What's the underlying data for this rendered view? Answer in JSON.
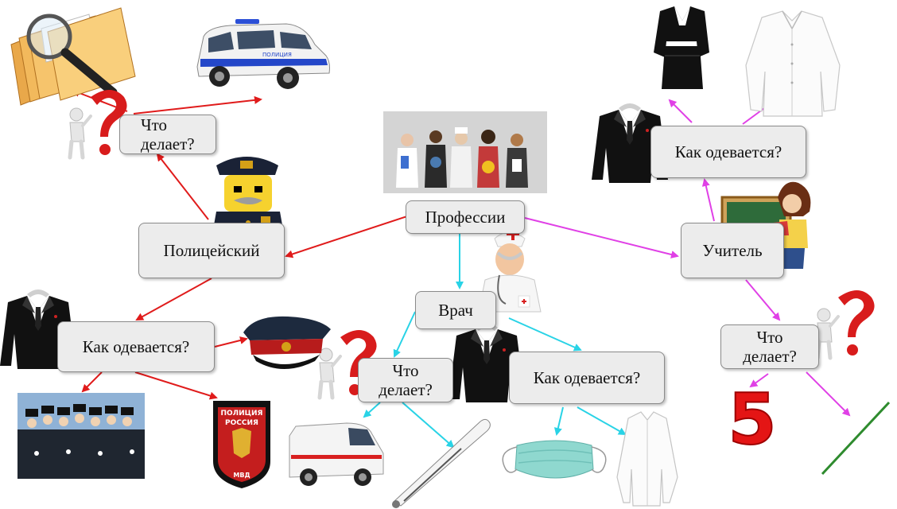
{
  "colors": {
    "police_arrow": "#e01b1b",
    "doctor_arrow": "#29d3e6",
    "teacher_arrow": "#e040e6",
    "box_fill": "#ececec",
    "box_border": "#8a8a8a"
  },
  "nodes": {
    "professions": "Профессии",
    "police": "Полицейский",
    "doctor": "Врач",
    "teacher": "Учитель",
    "police_what_does": "Что\nделает?",
    "police_how_dresses": "Как одевается?",
    "doctor_what_does": "Что\nделает?",
    "doctor_how_dresses": "Как одевается?",
    "teacher_how_dresses": "Как одевается?",
    "teacher_what_does": "Что\nделает?"
  },
  "images": {
    "folders_magnifier": "folder-magnifier-icon",
    "police_car": "police-car-icon",
    "lego_policeman": "lego-policeman-icon",
    "women_professions_photo": "women-professions-photo",
    "black_suit_icon": "black-suit-icon",
    "white_shirt": "white-shirt-icon",
    "question_mark_figure": "question-figure-icon",
    "police_cap": "police-cap-icon",
    "police_parade": "police-parade-photo",
    "police_emblem": "police-emblem-icon",
    "police_emblem_text_top": "ПОЛИЦИЯ",
    "police_emblem_text_mid": "РОССИЯ",
    "police_emblem_text_bottom": "МВД",
    "car_side_text": "ПОЛИЦИЯ",
    "doctor_figure": "doctor-figure-icon",
    "ambulance": "ambulance-icon",
    "thermometer": "thermometer-icon",
    "medical_mask": "medical-mask-icon",
    "white_coat": "white-coat-icon",
    "teacher_board": "teacher-board-icon",
    "grade_five": "5",
    "pointer_stick": "pointer-stick-icon"
  }
}
